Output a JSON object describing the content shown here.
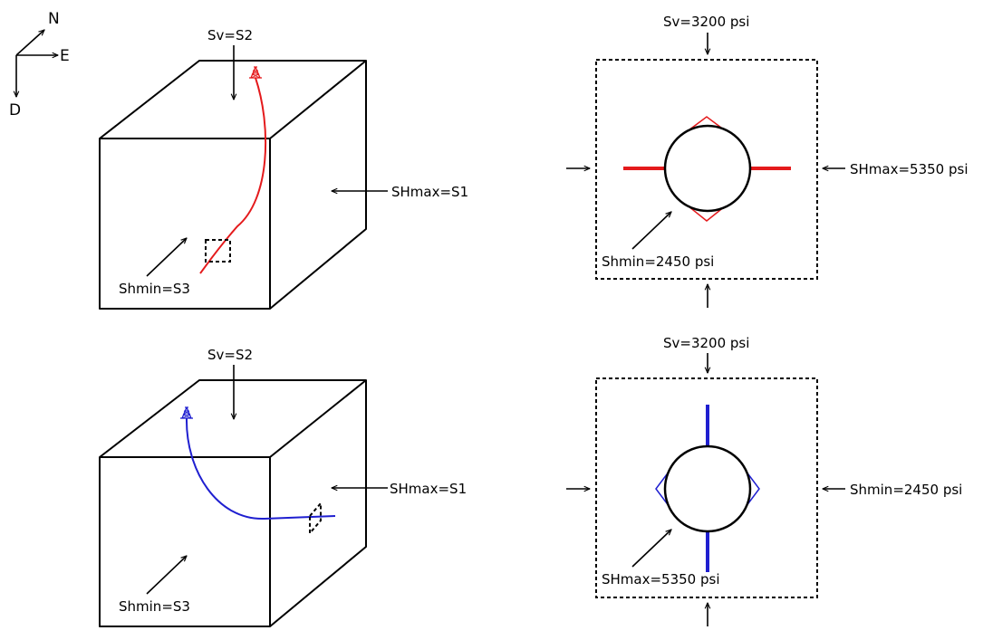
{
  "colors": {
    "case_a": "#e41a1c",
    "case_b": "#1f1fd0",
    "ink": "#000000"
  },
  "compass": {
    "north": "N",
    "east": "E",
    "down": "D"
  },
  "case_a": {
    "block": {
      "sv_label": "Sv=S2",
      "shmax_label": "SHmax=S1",
      "shmin_label": "Shmin=S3",
      "well_icon": "derrick-icon"
    },
    "section": {
      "top_label": "Sv=3200 psi",
      "right_label": "SHmax=5350 psi",
      "inner_label": "Shmin=2450 psi"
    }
  },
  "case_b": {
    "block": {
      "sv_label": "Sv=S2",
      "shmax_label": "SHmax=S1",
      "shmin_label": "Shmin=S3",
      "well_icon": "derrick-icon"
    },
    "section": {
      "top_label": "Sv=3200 psi",
      "right_label": "Shmin=2450 psi",
      "inner_label": "SHmax=5350 psi"
    }
  }
}
